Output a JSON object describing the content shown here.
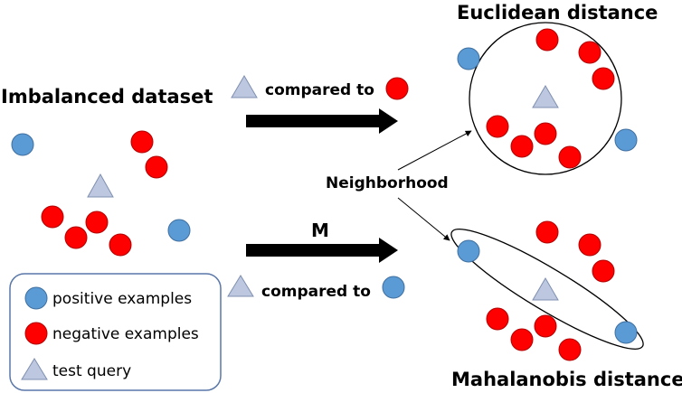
{
  "title": "Imbalanced dataset",
  "compared_to_top": "compared to",
  "compared_to_bottom": "compared to",
  "metric_label": "M",
  "neighborhood_label": "Neighborhood",
  "euclidean_title": "Euclidean distance",
  "mahalanobis_title": "Mahalanobis distance",
  "legend": {
    "positive": "positive examples",
    "negative": "negative examples",
    "query": "test query"
  },
  "colors": {
    "positive": "#5b9bd5",
    "negative": "#ff0000",
    "query": "#bdc8e0",
    "arrow": "#000000"
  }
}
